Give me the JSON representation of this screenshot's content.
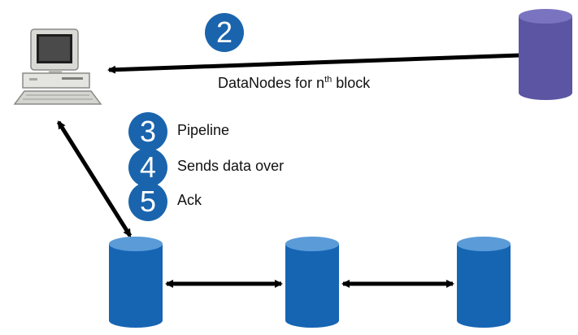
{
  "colors": {
    "namenode_body": "#5b55a3",
    "namenode_top": "#7a74c0",
    "datanode_body": "#1565b3",
    "datanode_top": "#5a9bd8",
    "step_badge": "#1a64ad",
    "arrow": "#000000"
  },
  "icons": {
    "client": "desktop-computer-icon",
    "namenode": "database-cylinder-icon",
    "datanode": "database-cylinder-icon"
  },
  "steps": [
    {
      "number": "2",
      "label": "DataNodes for n",
      "label_sup": "th",
      "label_tail": " block"
    },
    {
      "number": "3",
      "label": "Pipeline"
    },
    {
      "number": "4",
      "label": "Sends data over"
    },
    {
      "number": "5",
      "label": "Ack"
    }
  ]
}
